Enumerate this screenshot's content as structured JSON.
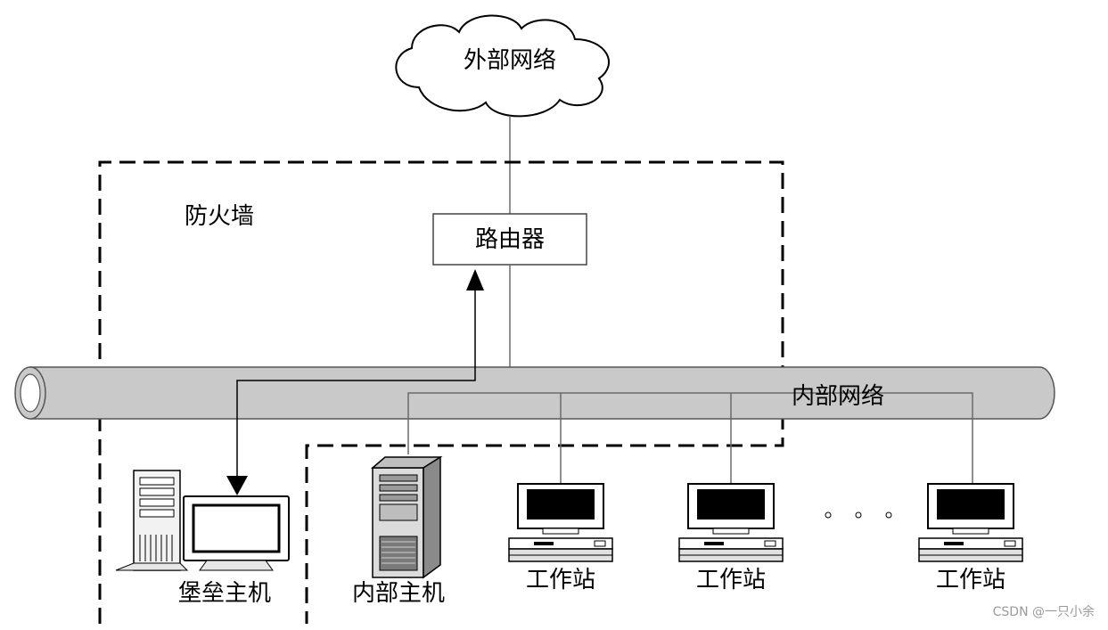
{
  "labels": {
    "external_network": "外部网络",
    "firewall": "防火墙",
    "router": "路由器",
    "internal_network": "内部网络",
    "bastion_host": "堡垒主机",
    "internal_host": "内部主机",
    "workstation": "工作站"
  },
  "watermark": "CSDN @一只小余",
  "icons": {
    "cloud": "cloud-icon",
    "pipe": "network-pipe-icon",
    "server": "server-tower-icon",
    "workstation": "desktop-computer-icon",
    "ellipsis": "ellipsis-icon"
  },
  "colors": {
    "line": "#000000",
    "pipe_fill": "#c9c9c9",
    "pipe_stroke": "#555555",
    "connector": "#6a6a6a",
    "watermark": "#9a9a9a"
  }
}
